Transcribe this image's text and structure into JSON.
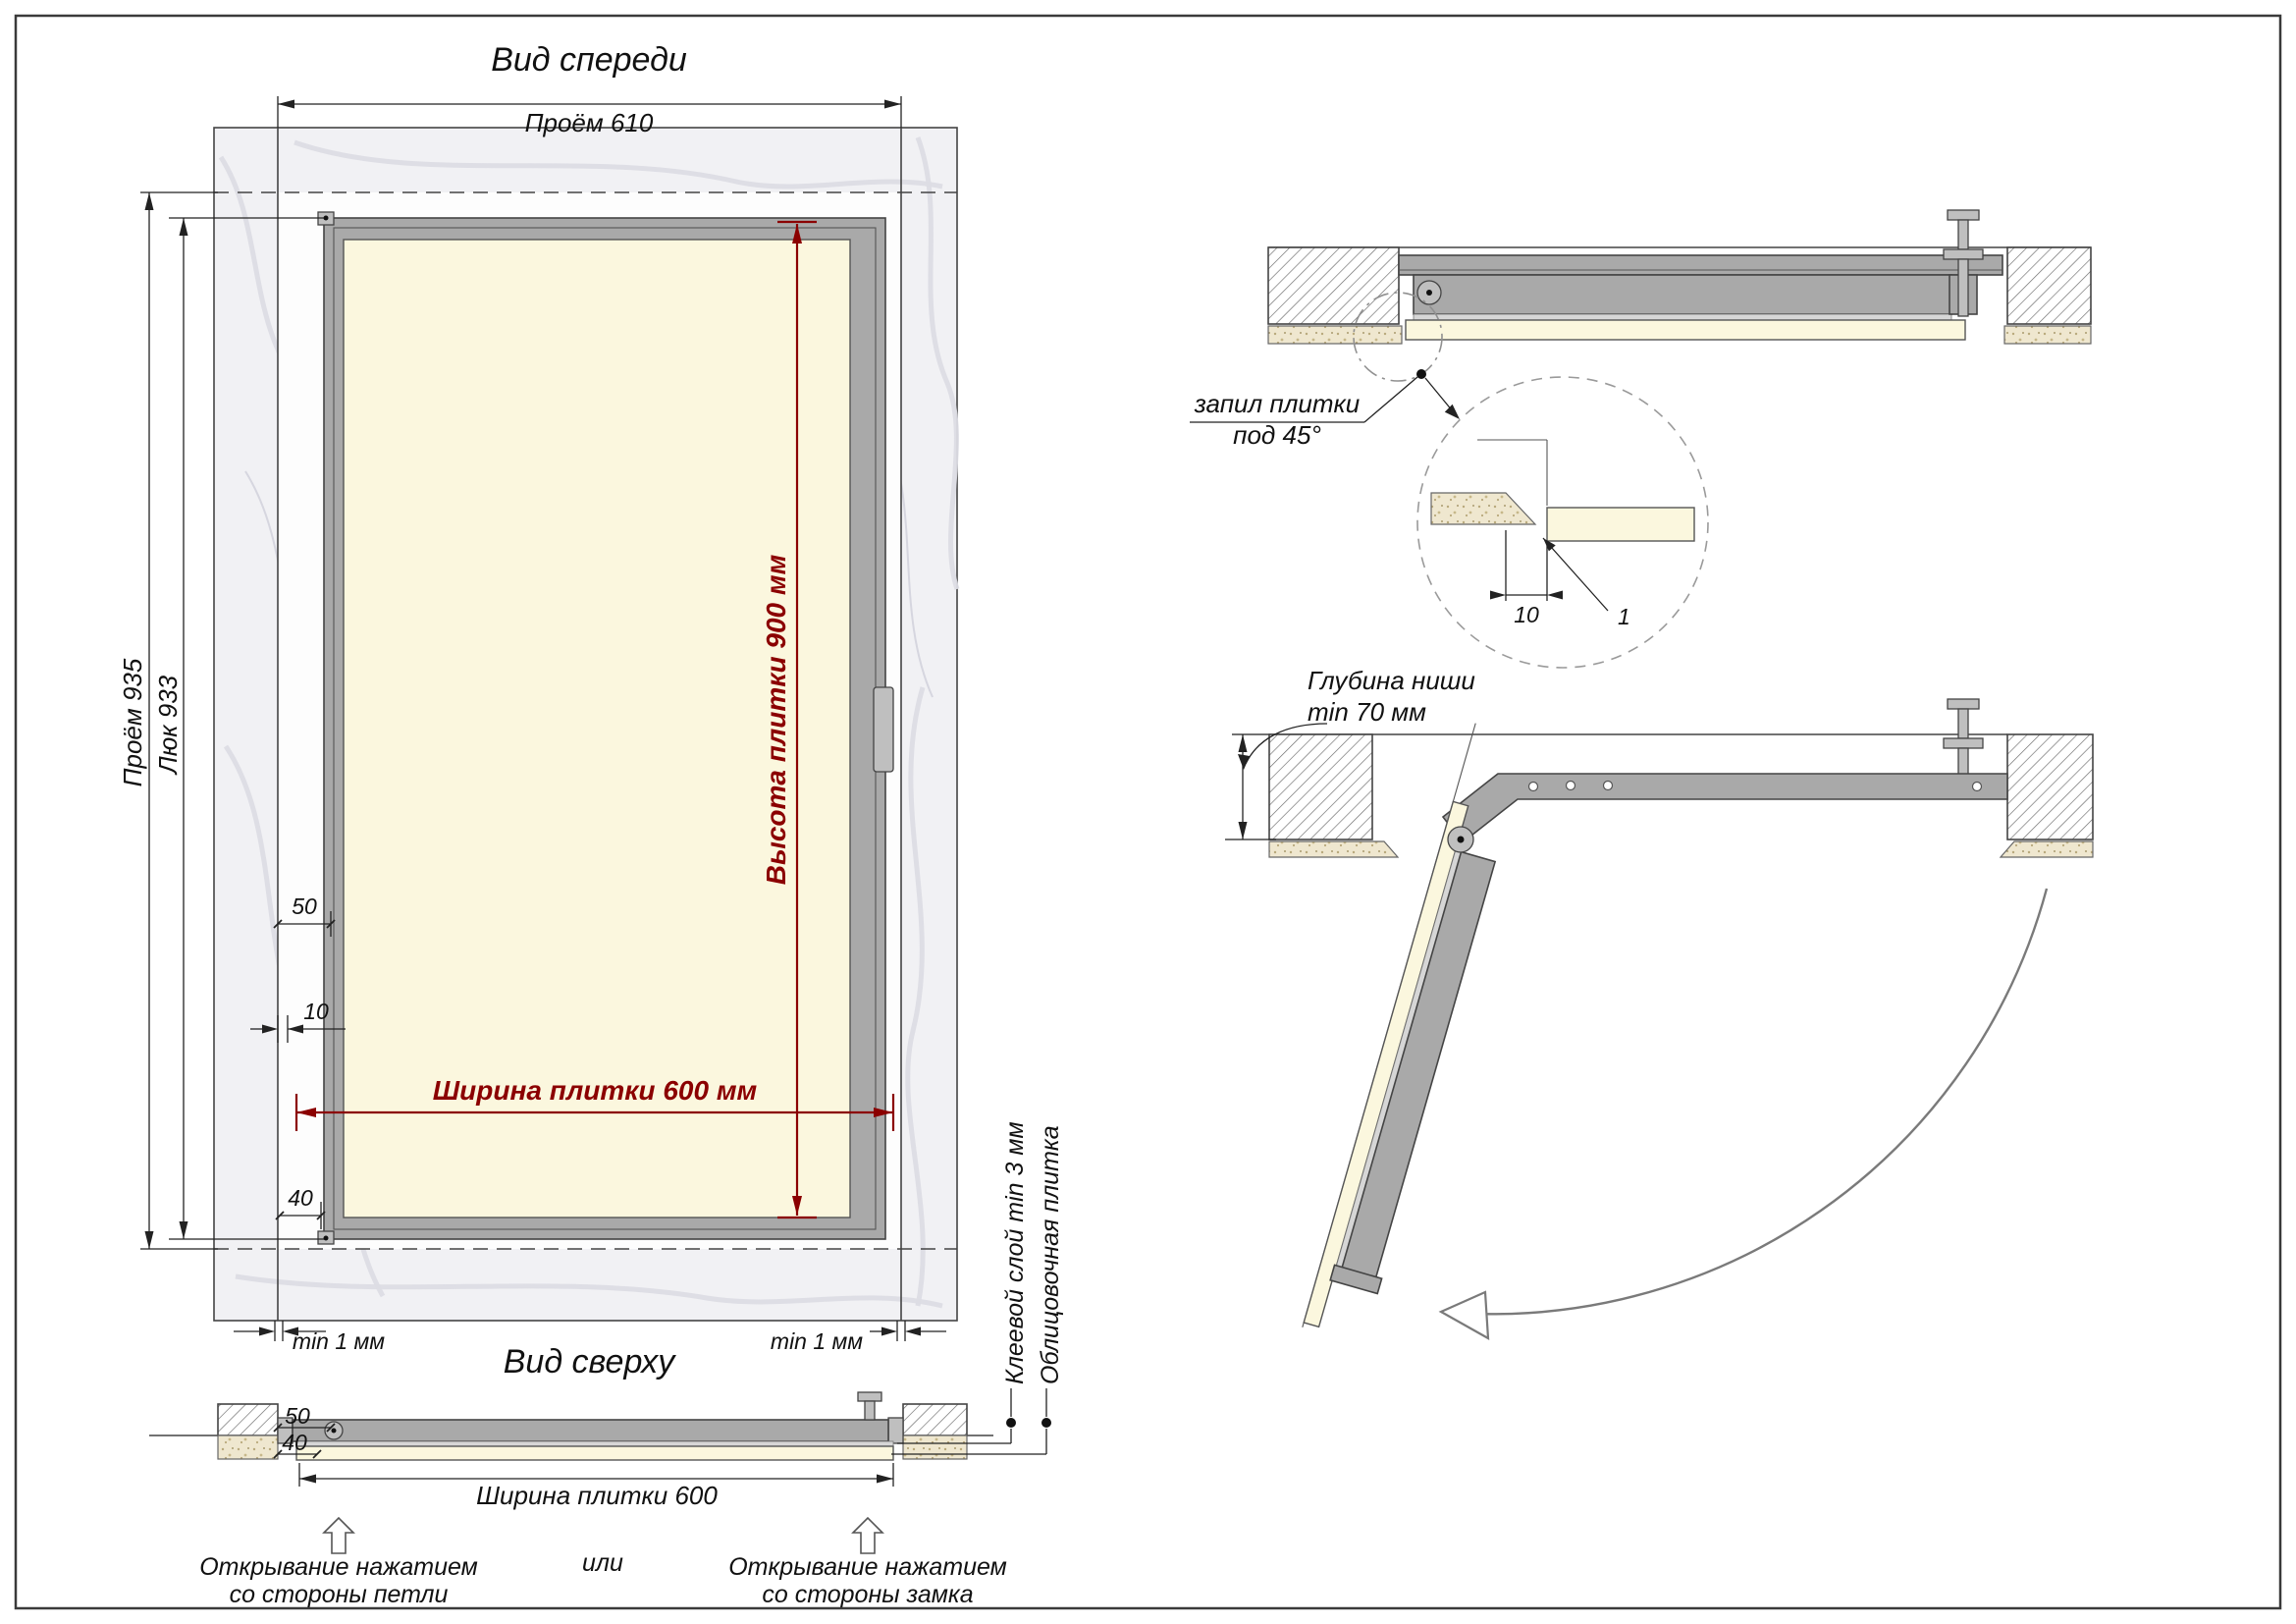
{
  "colors": {
    "dimension_red": "#8b0000",
    "tile_cream": "#fbf7de",
    "metal_gray": "#a9a9a9",
    "wall_marble": "#f1f1f4"
  },
  "front_view": {
    "title": "Вид спереди",
    "dim_opening_width": "Проём 610",
    "dim_opening_height": "Проём 935",
    "dim_hatch_height": "Люк 933",
    "dim_tile_height": "Высота плитки 900 мм",
    "dim_tile_width": "Ширина плитки 600 мм",
    "dim_50": "50",
    "dim_10": "10",
    "dim_40": "40",
    "dim_min_gap_left": "min 1 мм",
    "dim_min_gap_right": "min 1 мм"
  },
  "top_view": {
    "title": "Вид сверху",
    "dim_50": "50",
    "dim_40": "40",
    "dim_tile_width": "Ширина плитки 600",
    "label_open_hinge_line1": "Открывание нажатием",
    "label_open_hinge_line2": "со стороны петли",
    "label_or": "или",
    "label_open_lock_line1": "Открывание нажатием",
    "label_open_lock_line2": "со стороны замка",
    "label_adhesive": "Клеевой слой min 3 мм",
    "label_tile": "Облицовочная плитка"
  },
  "section_closed": {
    "label_cut_line1": "запил плитки",
    "label_cut_line2": "под 45°",
    "detail_dim_overlap": "10",
    "detail_dim_gap": "1"
  },
  "section_open": {
    "label_niche_line1": "Глубина ниши",
    "label_niche_line2": "min 70 мм"
  }
}
